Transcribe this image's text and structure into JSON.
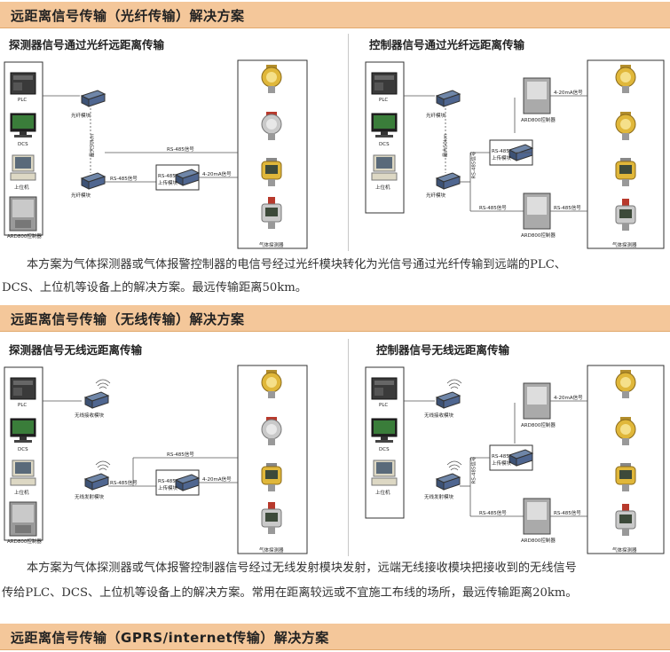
{
  "sections": [
    {
      "title": "远距离信号传输（光纤传输）解决方案",
      "left_subtitle": "探测器信号通过光纤远距离传输",
      "right_subtitle": "控制器信号通过光纤远距离传输",
      "paragraph_lines": [
        "本方案为气体探测器或气体报警控制器的电信号经过光纤模块转化为光信号通过光纤传输到远端的PLC、",
        "DCS、上位机等设备上的解决方案。最远传输距离50km。"
      ]
    },
    {
      "title": "远距离信号传输（无线传输）解决方案",
      "left_subtitle": "探测器信号无线远距离传输",
      "right_subtitle": "控制器信号无线远距离传输",
      "paragraph_lines": [
        "本方案为气体探测器或气体报警控制器信号经过无线发射模块发射，远端无线接收模块把接收到的无线信号",
        "传给PLC、DCS、上位机等设备上的解决方案。常用在距离较远或不宜施工布线的场所，最远传输距离20km。"
      ]
    },
    {
      "title": "远距离信号传输（GPRS/internet传输）解决方案"
    }
  ],
  "labels": {
    "plc": "PLC",
    "dcs": "DCS",
    "host": "上位机",
    "controller": "ARD800控制器",
    "fiber_module": "光纤模块",
    "max_distance": "最大50km",
    "rs485_signal": "RS-485信号",
    "rs485_module": "RS-485\n上传模块",
    "current_signal": "4-20mA信号",
    "gas_detector": "气体探测器",
    "wireless_rx": "无线接收模块",
    "wireless_tx": "无线发射模块"
  },
  "colors": {
    "band": "#f4c79a",
    "detector_yellow": "#e0b73a",
    "detector_red": "#b8392c",
    "device_dark": "#333333"
  }
}
